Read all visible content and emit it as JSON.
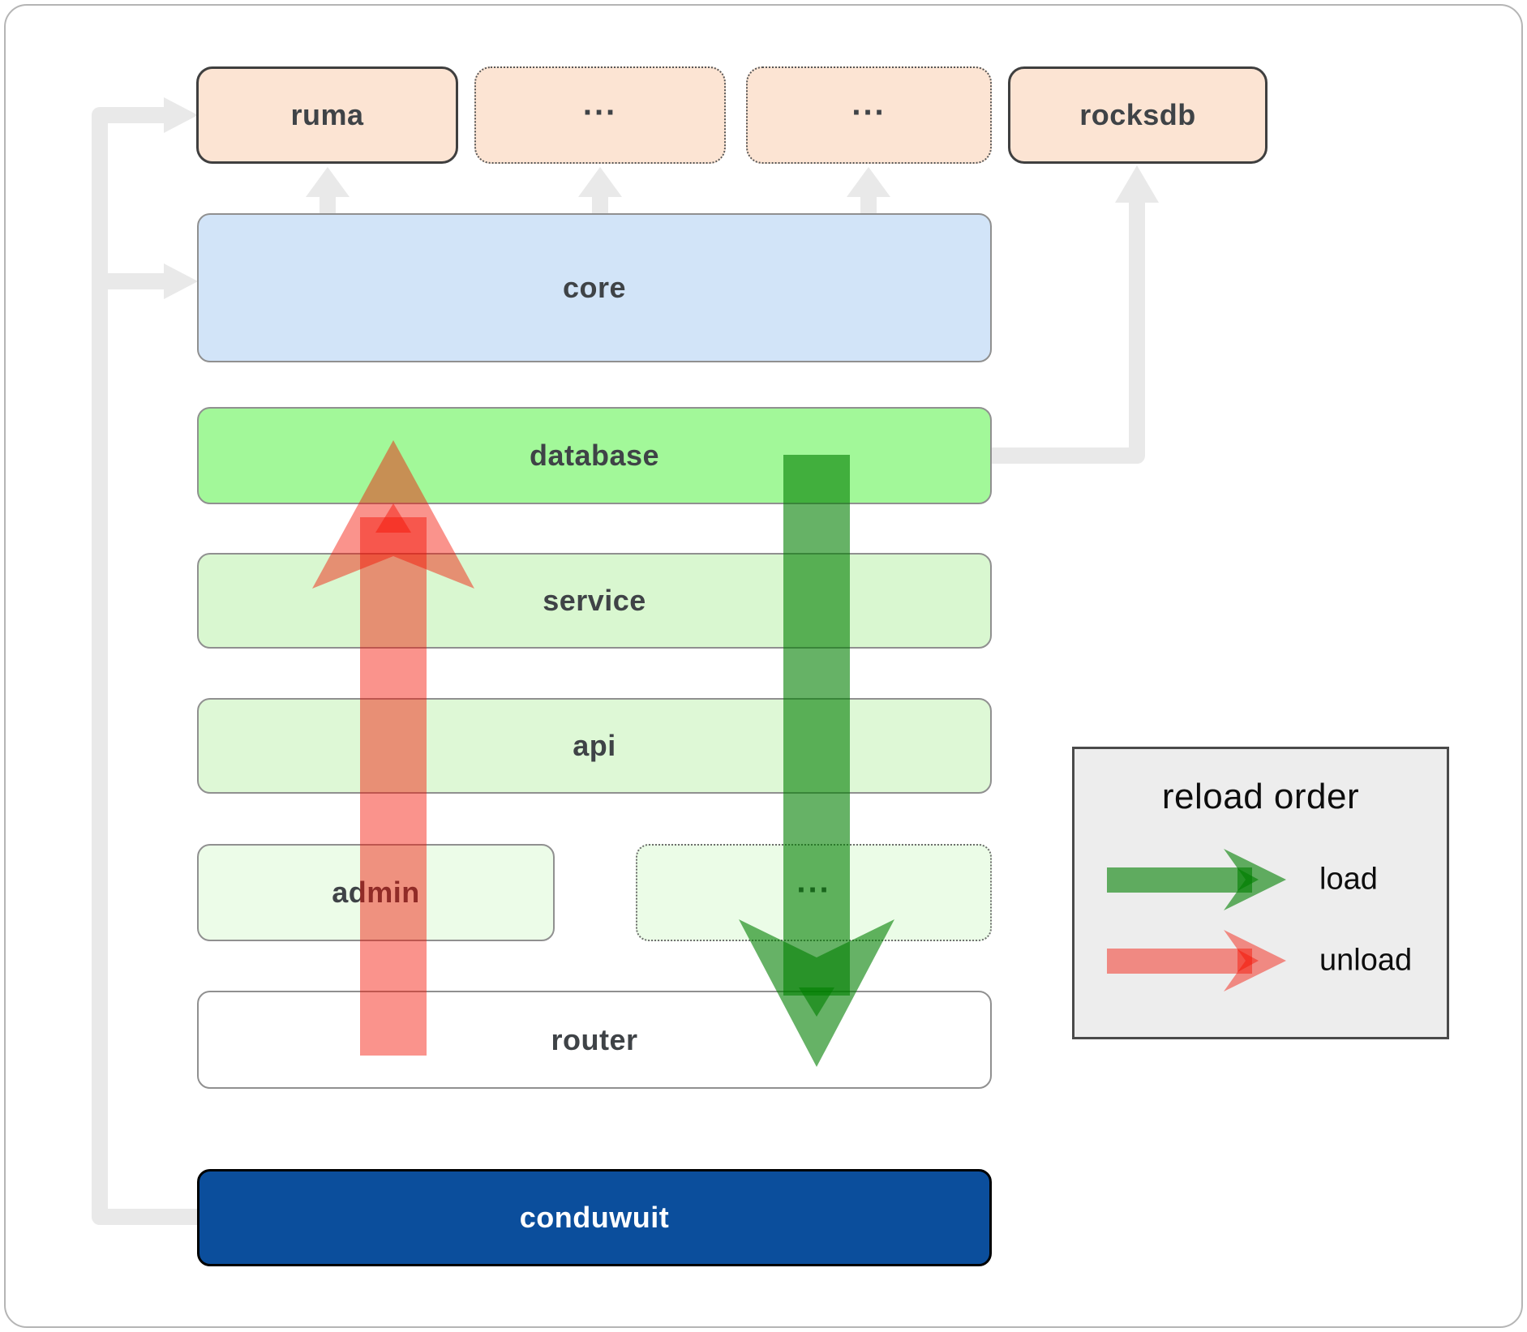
{
  "boxes": {
    "top_row": [
      {
        "label": "ruma"
      },
      {
        "label": "..."
      },
      {
        "label": "..."
      },
      {
        "label": "rocksdb"
      }
    ],
    "layers": [
      {
        "label": "core"
      },
      {
        "label": "database"
      },
      {
        "label": "service"
      },
      {
        "label": "api"
      },
      {
        "label": "admin"
      },
      {
        "label": "..."
      },
      {
        "label": "router"
      },
      {
        "label": "conduwuit"
      }
    ]
  },
  "legend": {
    "title": "reload order",
    "items": [
      {
        "label": "load"
      },
      {
        "label": "unload"
      }
    ]
  },
  "colors": {
    "page_border": "#b5b5b5",
    "peach_fill": "#fce4d3",
    "peach_border": "#3f3f3f",
    "core_fill": "#d2e4f8",
    "layer_border": "#909090",
    "database_fill": "#a2f899",
    "service_fill": "#d9f7d0",
    "api_fill": "#def8d6",
    "admin_fill": "#ecfce8",
    "dots_fill": "#ebfce7",
    "router_fill": "#ffffff",
    "conduwuit_fill": "#0b4e9c",
    "conduwuit_border": "#000000",
    "label_color": "#3f4347",
    "connector_gray": "#e9e9e9",
    "legend_bg": "#ededed",
    "legend_border": "#4a4a4a",
    "load_green": "#007f00",
    "unload_red": "#f41000"
  }
}
